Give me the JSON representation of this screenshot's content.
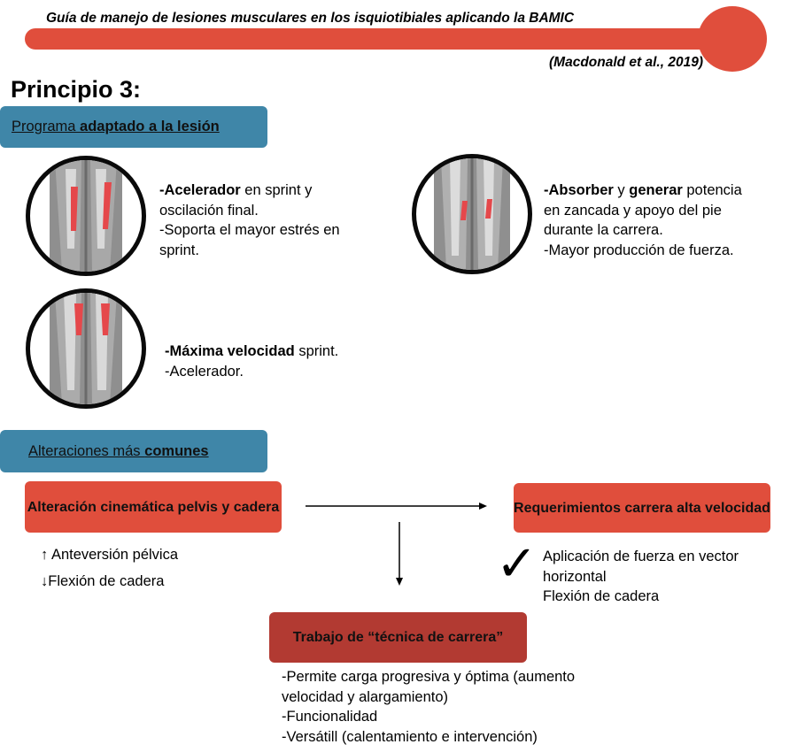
{
  "header": {
    "title": "Guía de manejo de lesiones musculares en los isquiotibiales aplicando la BAMIC",
    "citation": "(Macdonald et al., 2019)",
    "accent_color": "#e04e3c"
  },
  "principle": "Principio 3:",
  "section1": {
    "normal": "Programa ",
    "bold": "adaptado a la lesión",
    "color": "#3f86a8"
  },
  "muscles": [
    {
      "lines": [
        {
          "b": "-Acelerador",
          "t": " en sprint y"
        },
        {
          "t": "oscilación final."
        },
        {
          "t": "-Soporta el mayor estrés en"
        },
        {
          "t": "sprint."
        }
      ]
    },
    {
      "lines": [
        {
          "b": "-Absorber",
          "t": " y "
        },
        {
          "b2": "generar",
          "t2": " potencia"
        },
        {
          "t": "en zancada y apoyo del pie"
        },
        {
          "t": "durante la carrera."
        },
        {
          "t": "-Mayor producción de fuerza."
        }
      ]
    },
    {
      "lines": [
        {
          "b": "-Máxima velocidad",
          "t": " sprint."
        },
        {
          "t": "-Acelerador."
        }
      ]
    }
  ],
  "section2": {
    "normal": "Alteraciones más ",
    "bold": "comunes"
  },
  "box_alteration": "Alteración cinemática pelvis y cadera",
  "box_requirements": "Requerimientos carrera alta velocidad",
  "alteration_items": [
    "Anteversión pélvica",
    "Flexión de cadera"
  ],
  "requirement_items": [
    "Aplicación de fuerza en vector",
    "horizontal",
    "Flexión de cadera"
  ],
  "checkmark": "✓",
  "box_technique": "Trabajo de “técnica de carrera”",
  "technique_items": [
    "-Permite carga progresiva y óptima (aumento",
    "velocidad y alargamiento)",
    "-Funcionalidad",
    "-Versátill (calentamiento e intervención)"
  ]
}
